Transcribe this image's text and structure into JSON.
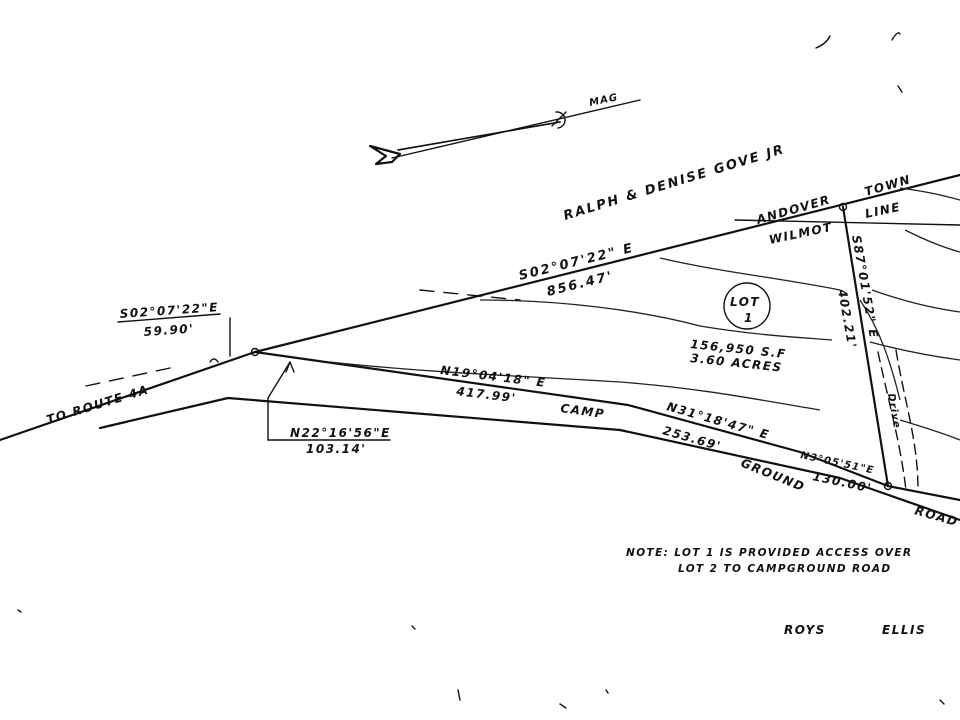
{
  "owner": "RALPH & DENISE GOVE JR",
  "north_arrow": {
    "label": "MAG"
  },
  "town_line": {
    "north_town": "ANDOVER",
    "south_town": "WILMOT",
    "word_town": "TOWN",
    "word_line": "LINE"
  },
  "bearings": {
    "main_line": {
      "bearing": "S02°07'22\" E",
      "distance": "856.47'"
    },
    "west_segment": {
      "bearing": "S02°07'22\"E",
      "distance": "59.90'"
    },
    "tie_line": {
      "bearing": "N22°16'56\"E",
      "distance": "103.14'"
    },
    "road_seg_1": {
      "bearing": "N19°04'18\" E",
      "distance": "417.99'"
    },
    "road_seg_2": {
      "bearing": "N31°18'47\" E",
      "distance": "253.69'"
    },
    "road_seg_3": {
      "bearing": "N3°05'51\"E",
      "distance": "130.00'"
    },
    "east_line": {
      "bearing": "S87°01'52\" E",
      "distance": "402.21'"
    }
  },
  "lot": {
    "label": "LOT",
    "number": "1",
    "area_sf": "156,950 S.F",
    "area_acres": "3.60 ACRES"
  },
  "road": {
    "words": [
      "CAMP",
      "GROUND",
      "ROAD"
    ],
    "to_route": "TO ROUTE 4A"
  },
  "driveway": "Drive",
  "note": {
    "line1": "NOTE:  LOT 1  IS PROVIDED ACCESS OVER",
    "line2": "LOT  2  TO CAMPGROUND ROAD"
  },
  "neighbors": [
    "ROYS",
    "ELLIS"
  ]
}
